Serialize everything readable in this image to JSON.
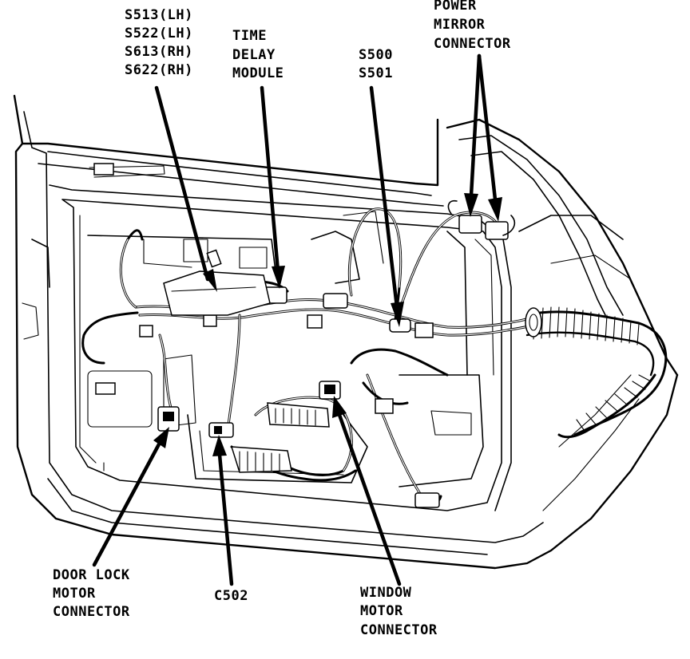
{
  "labels": {
    "splices_lh_rh": [
      "S513(LH)",
      "S522(LH)",
      "S613(RH)",
      "S622(RH)"
    ],
    "time_delay_module": [
      "TIME",
      "DELAY",
      "MODULE"
    ],
    "splices_s500": [
      "S500",
      "S501"
    ],
    "power_mirror_connector": [
      "POWER",
      "MIRROR",
      "CONNECTOR"
    ],
    "door_lock_motor_connector": [
      "DOOR LOCK",
      "MOTOR",
      "CONNECTOR"
    ],
    "c502": "C502",
    "window_motor_connector": [
      "WINDOW",
      "MOTOR",
      "CONNECTOR"
    ]
  },
  "colors": {
    "ink": "#000000",
    "paper": "#ffffff"
  }
}
